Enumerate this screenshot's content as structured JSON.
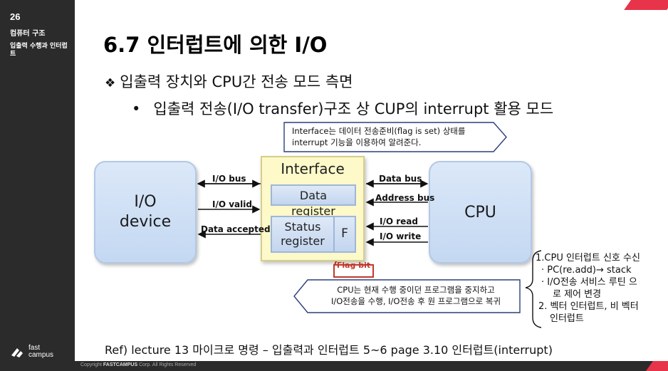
{
  "sidebar": {
    "page_number": "26",
    "course": "컴퓨터 구조",
    "chapter": "입출력 수행과 인터럽트",
    "logo_text_1": "fast",
    "logo_text_2": "campus"
  },
  "footer": {
    "copyright_prefix": "Copyright",
    "copyright_brand": "FASTCAMPUS",
    "copyright_suffix": "Corp. All Rights Reserved"
  },
  "slide": {
    "title": "6.7 인터럽트에 의한 I/O",
    "bullet_symbol": "❖",
    "bullet1": "입출력 장치와 CPU간 전송 모드 측면",
    "bullet2_symbol": "•",
    "bullet2": "입출력 전송(I/O transfer)구조 상 CUP의 interrupt 활용 모드",
    "callout_top_line1": "Interface는 데이터 전송준비(flag is set) 상태를",
    "callout_top_line2": "interrupt 기능을 이용하여 알려준다.",
    "callout_bottom_line1": "CPU는 현재 수행 중이던 프로그램을 중지하고",
    "callout_bottom_line2": "I/O전송을 수행, I/O전송 후 원 프로그램으로 복귀",
    "ref": "Ref) lecture 13 마이크로 명령 – 입출력과 인터럽트  5~6 page 3.10 인터럽트(interrupt)"
  },
  "diagram": {
    "io_device_line1": "I/O",
    "io_device_line2": "device",
    "cpu": "CPU",
    "interface_title": "Interface",
    "data_register_line1": "Data",
    "data_register_line2": "register",
    "status_register_line1": "Status",
    "status_register_line2": "register",
    "flag": "F",
    "flag_bit": "Flag bit",
    "labels": {
      "io_bus": "I/O bus",
      "io_valid": "I/O valid",
      "data_accepted": "Data accepted",
      "data_bus": "Data bus",
      "address_bus": "Address bus",
      "io_read": "I/O read",
      "io_write": "I/O write"
    }
  },
  "notes": {
    "line1": "1.CPU 인터럽트 신호 수신",
    "line2": "· PC(re.add)→ stack",
    "line3": "· I/O전송 서비스 루틴 으",
    "line4": "로 제어 변경",
    "line5": "2. 벡터 인터럽트, 비 벡터",
    "line6": "인터럽트"
  },
  "colors": {
    "sidebar": "#2b2b2b",
    "accent_red": "#e8344a",
    "block_fill": "#c9dbf3",
    "interface_fill": "#fdf9c9",
    "callout_border": "#2c3e7a",
    "flag_red": "#c0392b"
  }
}
